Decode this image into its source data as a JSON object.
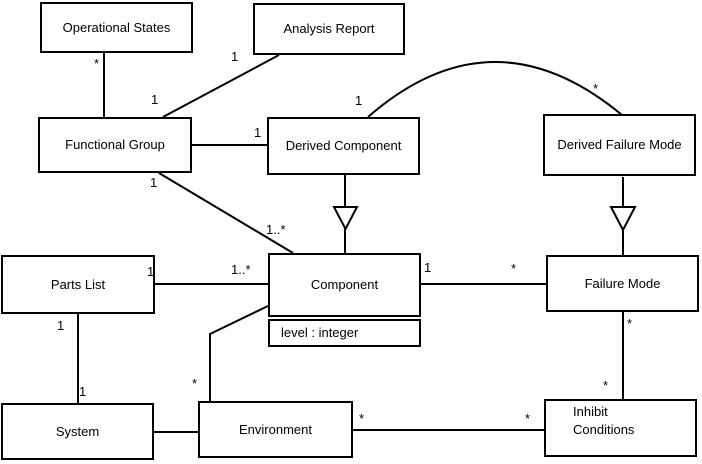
{
  "diagram_type": "uml-class-diagram",
  "classes": {
    "operational_states": {
      "name": "Operational States"
    },
    "analysis_report": {
      "name": "Analysis Report"
    },
    "functional_group": {
      "name": "Functional Group"
    },
    "derived_component": {
      "name": "Derived Component"
    },
    "derived_failure_mode": {
      "name": "Derived Failure Mode"
    },
    "parts_list": {
      "name": "Parts List"
    },
    "component": {
      "name": "Component",
      "attribute": "level : integer"
    },
    "failure_mode": {
      "name": "Failure Mode"
    },
    "system": {
      "name": "System"
    },
    "environment": {
      "name": "Environment"
    },
    "inhibit_conditions": {
      "name": "Inhibit Conditions",
      "lines": [
        "Inhibit",
        "Conditions"
      ]
    }
  },
  "relationships": [
    {
      "from": "Operational States",
      "to": "Functional Group",
      "type": "association",
      "from_mult": "*"
    },
    {
      "from": "Analysis Report",
      "to": "Functional Group",
      "type": "association",
      "from_mult": "1",
      "to_mult": "1"
    },
    {
      "from": "Functional Group",
      "to": "Derived Component",
      "type": "association",
      "to_mult": "1"
    },
    {
      "from": "Functional Group",
      "to": "Component",
      "type": "association",
      "from_mult": "1",
      "to_mult": "1..*"
    },
    {
      "from": "Derived Component",
      "to": "Derived Failure Mode",
      "type": "association",
      "from_mult": "1",
      "to_mult": "*",
      "shape": "arc"
    },
    {
      "from": "Derived Component",
      "to": "Component",
      "type": "generalization"
    },
    {
      "from": "Derived Failure Mode",
      "to": "Failure Mode",
      "type": "generalization"
    },
    {
      "from": "Parts List",
      "to": "Component",
      "type": "association",
      "from_mult": "1",
      "to_mult": "1..*"
    },
    {
      "from": "Component",
      "to": "Failure Mode",
      "type": "association",
      "from_mult": "1",
      "to_mult": "*"
    },
    {
      "from": "Parts List",
      "to": "System",
      "type": "association",
      "from_mult": "1",
      "to_mult": "1"
    },
    {
      "from": "System",
      "to": "Environment",
      "type": "association"
    },
    {
      "from": "Component",
      "to": "Environment",
      "type": "association",
      "to_mult": "*"
    },
    {
      "from": "Environment",
      "to": "Inhibit Conditions",
      "type": "association",
      "from_mult": "*",
      "to_mult": "*"
    },
    {
      "from": "Failure Mode",
      "to": "Inhibit Conditions",
      "type": "association",
      "from_mult": "*",
      "to_mult": "*"
    }
  ],
  "multiplicity_labels": [
    {
      "text": "*",
      "edge": "operational_states-functional_group",
      "end": "operational_states"
    },
    {
      "text": "1",
      "edge": "analysis_report-functional_group",
      "end": "analysis_report"
    },
    {
      "text": "1",
      "edge": "analysis_report-functional_group",
      "end": "functional_group"
    },
    {
      "text": "1",
      "edge": "functional_group-derived_component",
      "end": "derived_component"
    },
    {
      "text": "1",
      "edge": "functional_group-component",
      "end": "functional_group"
    },
    {
      "text": "1..*",
      "edge": "functional_group-component",
      "end": "component"
    },
    {
      "text": "1",
      "edge": "derived_component-derived_failure_mode",
      "end": "derived_component"
    },
    {
      "text": "*",
      "edge": "derived_component-derived_failure_mode",
      "end": "derived_failure_mode"
    },
    {
      "text": "1",
      "edge": "parts_list-component",
      "end": "parts_list"
    },
    {
      "text": "1..*",
      "edge": "parts_list-component",
      "end": "component"
    },
    {
      "text": "1",
      "edge": "component-failure_mode",
      "end": "component"
    },
    {
      "text": "*",
      "edge": "component-failure_mode",
      "end": "failure_mode"
    },
    {
      "text": "1",
      "edge": "parts_list-system",
      "end": "parts_list"
    },
    {
      "text": "1",
      "edge": "parts_list-system",
      "end": "system"
    },
    {
      "text": "*",
      "edge": "component-environment",
      "end": "environment"
    },
    {
      "text": "*",
      "edge": "environment-inhibit_conditions",
      "end": "environment"
    },
    {
      "text": "*",
      "edge": "environment-inhibit_conditions",
      "end": "inhibit_conditions"
    },
    {
      "text": "*",
      "edge": "failure_mode-inhibit_conditions",
      "end": "failure_mode"
    },
    {
      "text": "*",
      "edge": "failure_mode-inhibit_conditions",
      "end": "inhibit_conditions"
    }
  ],
  "colors": {
    "line": "#000000",
    "background": "#ffffff",
    "box_fill": "#ffffff"
  }
}
